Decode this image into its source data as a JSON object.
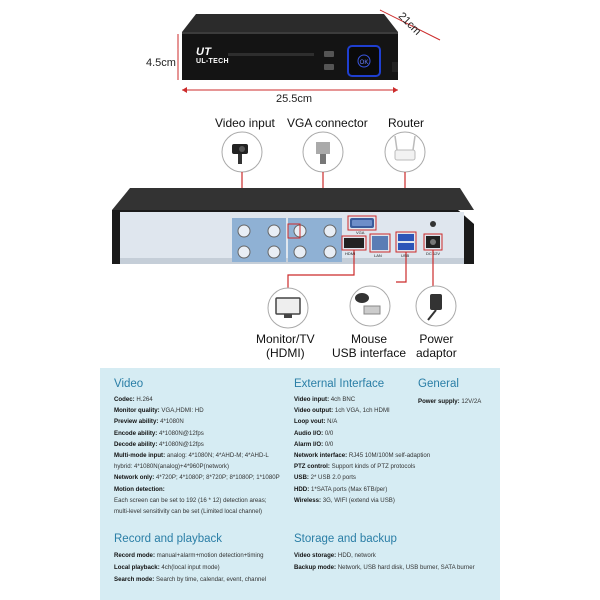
{
  "top_device": {
    "brand": "UL-TECH",
    "depth": "21cm",
    "height": "4.5cm",
    "width": "25.5cm"
  },
  "callouts": {
    "video_input": "Video input",
    "vga_connector": "VGA connector",
    "router": "Router",
    "monitor": [
      "Monitor/TV",
      "(HDMI)"
    ],
    "mouse": [
      "Mouse",
      "USB interface"
    ],
    "power": [
      "Power",
      "adaptor"
    ]
  },
  "back_panel": {
    "vga": "VGA",
    "hdmi": "HDMI",
    "lan": "LAN",
    "usb": "USB",
    "dc": "DC 12V"
  },
  "specs": {
    "video": {
      "title": "Video",
      "rows": [
        {
          "k": "Codec:",
          "v": "H.264"
        },
        {
          "k": "Monitor quality:",
          "v": "VGA,HDMI: HD"
        },
        {
          "k": "Preview ability:",
          "v": "4*1080N"
        },
        {
          "k": "Encode ability:",
          "v": "4*1080N@12fps"
        },
        {
          "k": "Decode ability:",
          "v": "4*1080N@12fps"
        },
        {
          "k": "Multi-mode input:",
          "v": "analog: 4*1080N; 4*AHD-M; 4*AHD-L"
        },
        {
          "k": "",
          "v": "hybrid: 4*1080N(analog)+4*960P(network)"
        },
        {
          "k": "Network only:",
          "v": "4*720P; 4*1080P; 8*720P; 8*1080P; 1*1080P"
        },
        {
          "k": "Motion detection:",
          "v": ""
        },
        {
          "k": "",
          "v": "Each screen can be set to 192 (16 * 12) detection areas;"
        },
        {
          "k": "",
          "v": "multi-level sensitivity can be set (Limited local channel)"
        }
      ]
    },
    "external": {
      "title": "External Interface",
      "rows": [
        {
          "k": "Video input:",
          "v": "4ch BNC"
        },
        {
          "k": "Video output:",
          "v": "1ch VGA, 1ch HDMI"
        },
        {
          "k": "Loop vout:",
          "v": "N/A"
        },
        {
          "k": "Audio I/O:",
          "v": "0/0"
        },
        {
          "k": "Alarm I/O:",
          "v": "0/0"
        },
        {
          "k": "Network interface:",
          "v": "RJ45 10M/100M self-adaption"
        },
        {
          "k": "PTZ control:",
          "v": "Support kinds of PTZ protocols"
        },
        {
          "k": "USB:",
          "v": "2* USB 2.0 ports"
        },
        {
          "k": "HDD:",
          "v": "1*SATA ports (Max 6TB/per)"
        },
        {
          "k": "Wireless:",
          "v": "3G, WIFI (extend via USB)"
        }
      ]
    },
    "general": {
      "title": "General",
      "rows": [
        {
          "k": "Power supply:",
          "v": "12V/2A"
        }
      ]
    },
    "record": {
      "title": "Record and playback",
      "rows": [
        {
          "k": "Record mode:",
          "v": "manual+alarm+motion detection+timing"
        },
        {
          "k": "Local playback:",
          "v": "4ch(local input mode)"
        },
        {
          "k": "Search mode:",
          "v": "Search by time, calendar, event, channel"
        }
      ]
    },
    "storage": {
      "title": "Storage and backup",
      "rows": [
        {
          "k": "Video storage:",
          "v": "HDD, network"
        },
        {
          "k": "Backup mode:",
          "v": "Network, USB hard disk, USB burner, SATA burner"
        }
      ]
    }
  },
  "colors": {
    "panel_bg": "#d6ecf3",
    "section_title": "#2a7ea6",
    "accent_red": "#cc2b2b",
    "button_blue": "#1f3fd0"
  }
}
